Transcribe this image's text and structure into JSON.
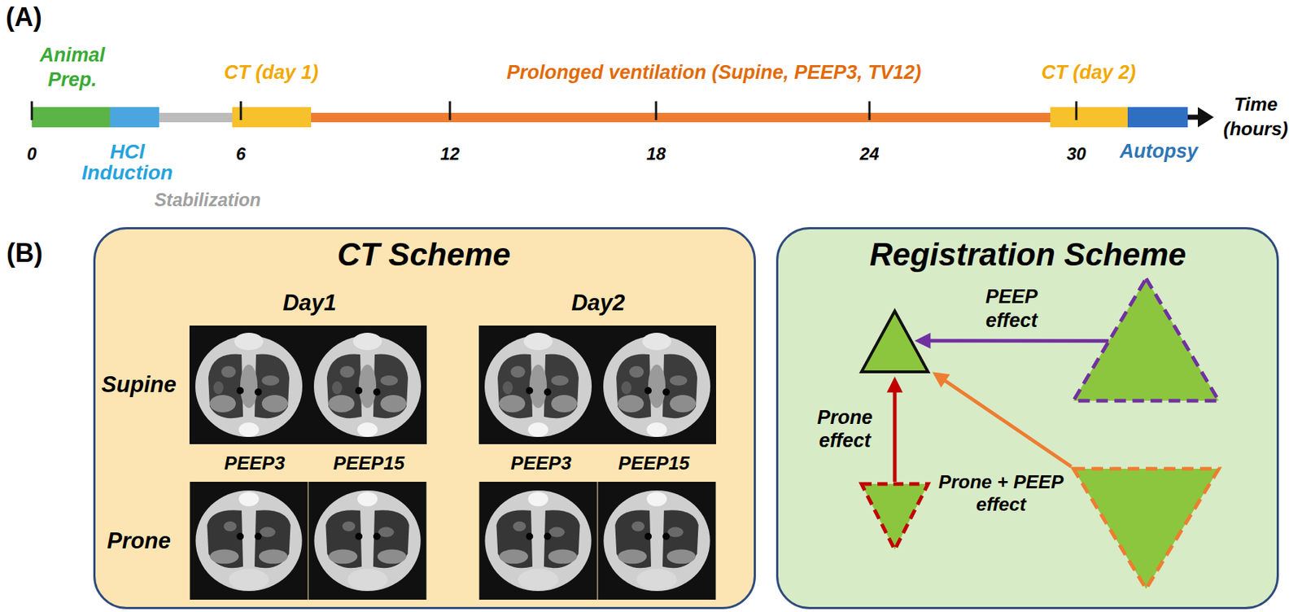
{
  "diagram": {
    "nodes": [
      {
        "text": [
          "Animal Prep."
        ]
      },
      {
        "text": [
          "HCl Induction"
        ]
      },
      {
        "text": [
          "Stabilization"
        ]
      },
      {
        "text": [
          "CT (day 1)"
        ]
      },
      {
        "text": [
          "Prolonged ventilation (Supine, PEEP3, TV12)"
        ]
      },
      {
        "text": [
          "CT (day 2)"
        ]
      },
      {
        "text": [
          "Autopsy"
        ]
      },
      {
        "text": [
          "CT Scheme"
        ]
      },
      {
        "text": [
          "Registration Scheme"
        ]
      },
      {
        "text": [],
        "in": 8
      },
      {
        "text": [],
        "in": 8
      },
      {
        "text": [],
        "in": 8
      },
      {
        "text": [],
        "in": 8
      }
    ],
    "edges": [
      {
        "from": 10,
        "to": 9,
        "arrow": "to",
        "label": "PEEP effect"
      },
      {
        "from": 11,
        "to": 9,
        "arrow": "to",
        "label": "Prone effect"
      },
      {
        "from": 12,
        "to": 9,
        "arrow": "to",
        "label": "Prone + PEEP effect"
      }
    ],
    "labels": [
      "(A)",
      "0",
      "6",
      "12",
      "18",
      "24",
      "30",
      "Time (hours)",
      "(B)",
      "Day1",
      "Day2",
      "Supine",
      "Prone",
      "PEEP3",
      "PEEP15",
      "PEEP3",
      "PEEP15"
    ]
  }
}
